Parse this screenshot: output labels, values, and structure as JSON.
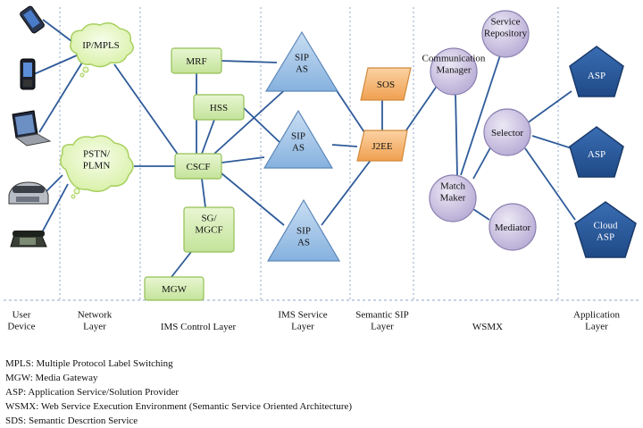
{
  "layers": [
    {
      "lines": [
        "User",
        "Device"
      ]
    },
    {
      "lines": [
        "Network",
        "Layer"
      ]
    },
    {
      "lines": [
        "IMS Control Layer"
      ]
    },
    {
      "lines": [
        "IMS Service",
        "Layer"
      ]
    },
    {
      "lines": [
        "Semantic SIP",
        "Layer"
      ]
    },
    {
      "lines": [
        "WSMX"
      ]
    },
    {
      "lines": [
        "Application",
        "Layer"
      ]
    }
  ],
  "nodes": {
    "ip_mpls": {
      "lines": [
        "IP/MPLS"
      ]
    },
    "pstn_plmn": {
      "lines": [
        "PSTN/",
        "PLMN"
      ]
    },
    "mrf": {
      "lines": [
        "MRF"
      ]
    },
    "hss": {
      "lines": [
        "HSS"
      ]
    },
    "cscf": {
      "lines": [
        "CSCF"
      ]
    },
    "sg_mgcf": {
      "lines": [
        "SG/",
        "MGCF"
      ]
    },
    "mgw": {
      "lines": [
        "MGW"
      ]
    },
    "sip_as_1": {
      "lines": [
        "SIP",
        "AS"
      ]
    },
    "sip_as_2": {
      "lines": [
        "SIP",
        "AS"
      ]
    },
    "sip_as_3": {
      "lines": [
        "SIP",
        "AS"
      ]
    },
    "sos": {
      "lines": [
        "SOS"
      ]
    },
    "j2ee": {
      "lines": [
        "J2EE"
      ]
    },
    "comm_mgr": {
      "lines": [
        "Communication",
        "Manager"
      ]
    },
    "service_repo": {
      "lines": [
        "Service",
        "Repository"
      ]
    },
    "selector": {
      "lines": [
        "Selector"
      ]
    },
    "match_maker": {
      "lines": [
        "Match",
        "Maker"
      ]
    },
    "mediator": {
      "lines": [
        "Mediator"
      ]
    },
    "asp_1": {
      "lines": [
        "ASP"
      ]
    },
    "asp_2": {
      "lines": [
        "ASP"
      ]
    },
    "cloud_asp": {
      "lines": [
        "Cloud",
        "ASP"
      ]
    }
  },
  "devices": [
    {
      "icon": "smartphone-icon"
    },
    {
      "icon": "mobile-phone-icon"
    },
    {
      "icon": "laptop-icon"
    },
    {
      "icon": "desk-phone-icon"
    },
    {
      "icon": "telephone-icon"
    }
  ],
  "legend": [
    "MPLS: Multiple Protocol Label Switching",
    "MGW: Media Gateway",
    "ASP: Application Service/Solution Provider",
    "WSMX: Web Service Execution Environment (Semantic Service Oriented Architecture)",
    "SDS: Semantic Descrtion Service"
  ],
  "colors": {
    "link": "#2f5b9a",
    "divider": "#8fa4c8",
    "green_fill": "#d6eeb4",
    "green_stroke": "#93c055",
    "triangle_fill": "#9fc3e6",
    "triangle_stroke": "#5b87b8",
    "orange_fill": "#f6b26b",
    "orange_stroke": "#d08a3c",
    "purple_fill": "#cdc4e2",
    "purple_stroke": "#8a7fb0",
    "pentagon_fill": "#2b5797",
    "pentagon_stroke": "#1a3a6a"
  }
}
